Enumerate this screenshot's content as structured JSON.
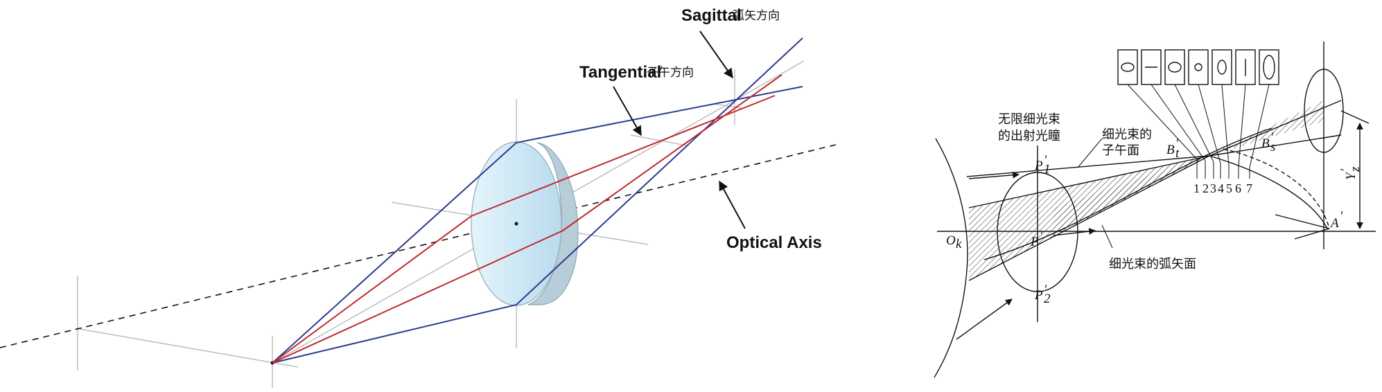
{
  "left_figure": {
    "labels": {
      "sagittal_en": "Sagittal",
      "sagittal_cn": "弧矢方向",
      "tangential_en": "Tangential",
      "tangential_cn": "子午方向",
      "optical_axis": "Optical Axis"
    },
    "colors": {
      "tangential_ray": "#c0282e",
      "sagittal_ray": "#2a3a8f",
      "guide": "#bbbbbb",
      "lens_fill": "#cfe8f5",
      "lens_edge": "#a9bcc6"
    }
  },
  "right_figure": {
    "labels": {
      "exit_pupil_line1": "无限细光束",
      "exit_pupil_line2": "的出射光瞳",
      "tangential_plane_line1": "细光束的",
      "tangential_plane_line2": "子午面",
      "sagittal_plane": "细光束的弧矢面",
      "O": "O",
      "O_sub": "k",
      "P": "P",
      "P_prime": "′",
      "P1": "P",
      "P1_sub": "1",
      "P2": "P",
      "P2_sub": "2",
      "Bt": "B",
      "Bt_sub": "t",
      "Bs": "B",
      "Bs_sub": "s",
      "A": "A",
      "A_prime": "′",
      "Y": "Y",
      "Y_sub": "z",
      "prime": "′"
    },
    "ticks": [
      "1",
      "2",
      "3",
      "4",
      "5",
      "6",
      "7"
    ],
    "colors": {
      "ink": "#111111"
    }
  }
}
